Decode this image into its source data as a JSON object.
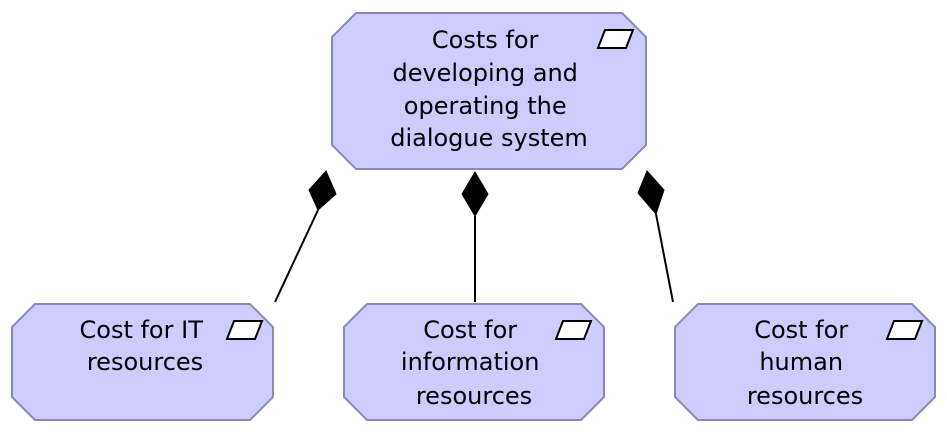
{
  "nodes": {
    "root": {
      "label_lines": [
        "Costs for",
        "developing and",
        "operating the",
        "dialogue system"
      ],
      "icon": "parallelogram-icon"
    },
    "it": {
      "label_lines": [
        "Cost for IT",
        "resources"
      ],
      "icon": "parallelogram-icon"
    },
    "info": {
      "label_lines": [
        "Cost for",
        "information",
        "resources"
      ],
      "icon": "parallelogram-icon"
    },
    "human": {
      "label_lines": [
        "Cost for",
        "human",
        "resources"
      ],
      "icon": "parallelogram-icon"
    }
  },
  "edges": [
    {
      "from": "it",
      "to": "root",
      "type": "composition"
    },
    {
      "from": "info",
      "to": "root",
      "type": "composition"
    },
    {
      "from": "human",
      "to": "root",
      "type": "composition"
    }
  ],
  "colors": {
    "node_fill": "#ccccff",
    "node_stroke": "#8a8ab0",
    "connector": "#000000"
  }
}
